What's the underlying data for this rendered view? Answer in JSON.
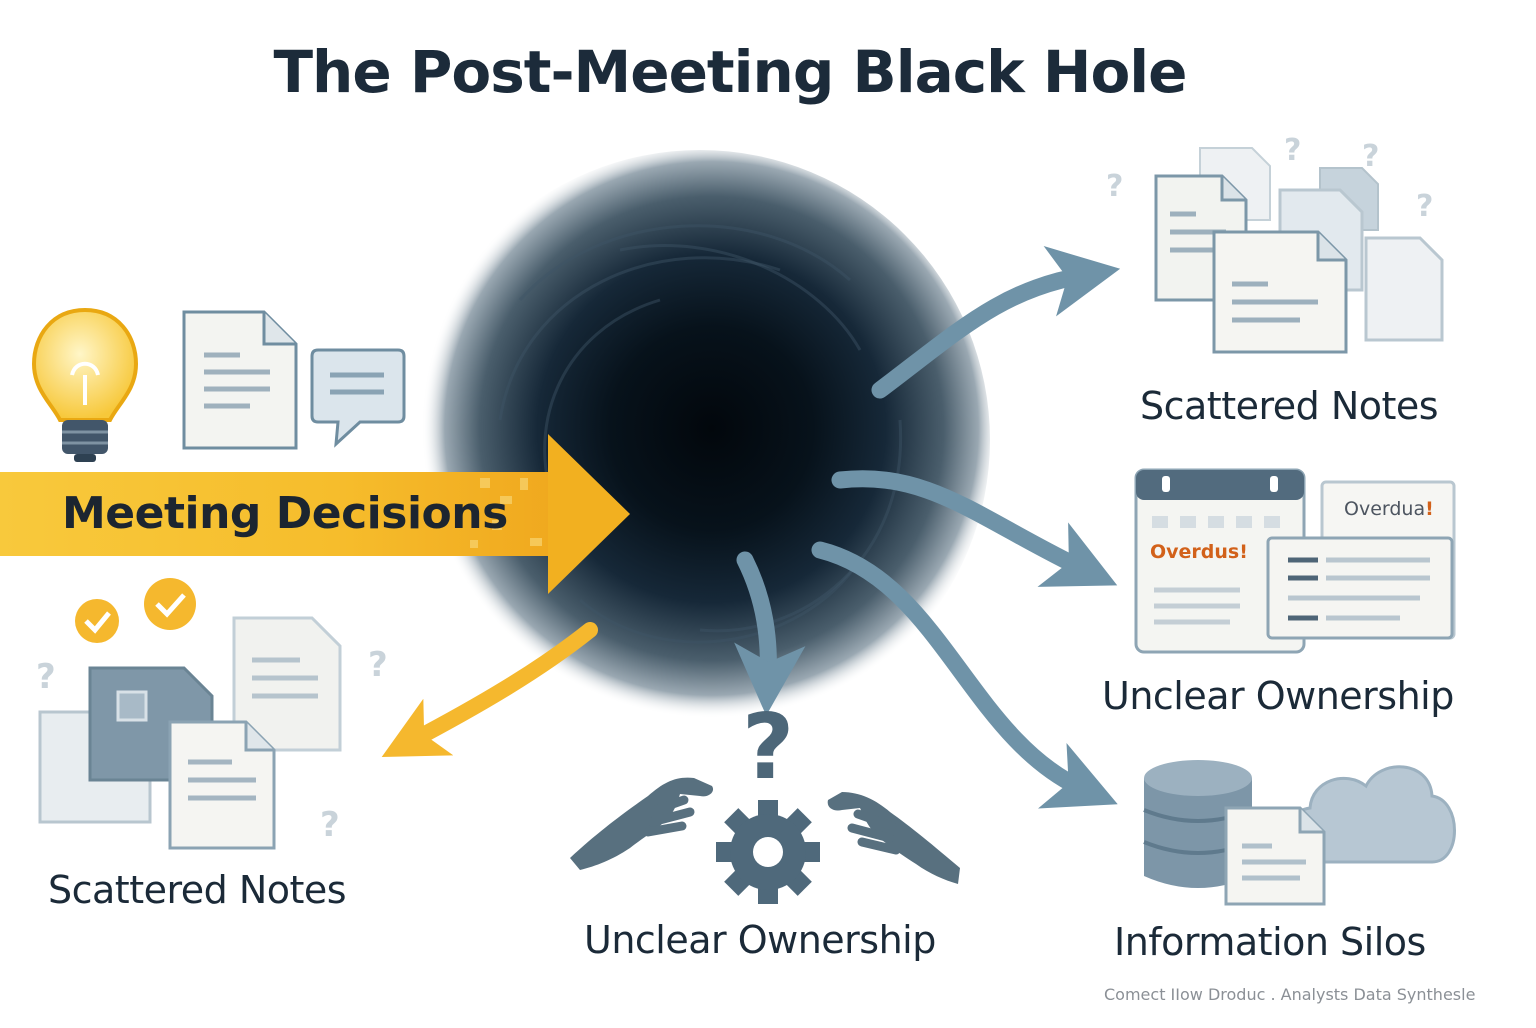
{
  "title": "The Post-Meeting Black Hole",
  "labels": {
    "input": "Meeting Decisions",
    "left": "Scattered Notes",
    "bottom": "Unclear Ownership",
    "right_top": "Scattered Notes",
    "right_middle": "Unclear Ownership",
    "right_bottom": "Information Silos"
  },
  "badges": {
    "overdue_front": "Overdus!",
    "overdue_back": "Overdua",
    "overdue_back_mark": "!"
  },
  "question_mark": "?",
  "footer": "Comect IIow Droduc . Analysts   Data Synthesle",
  "icons": [
    "lightbulb-icon",
    "document-icon",
    "chat-bubble-icon",
    "check-circle-icon",
    "question-mark-icon",
    "calendar-icon",
    "database-icon",
    "cloud-icon",
    "gear-icon",
    "hand-icon",
    "arrow-icon"
  ],
  "colors": {
    "title": "#1c2b3a",
    "hole": "#0a1520",
    "accent_yellow": "#f5b82e",
    "flow_blue": "#6f93a8",
    "overdue": "#d2611a",
    "paper": "#f3f4f1",
    "paper_edge": "#7c97a8"
  }
}
